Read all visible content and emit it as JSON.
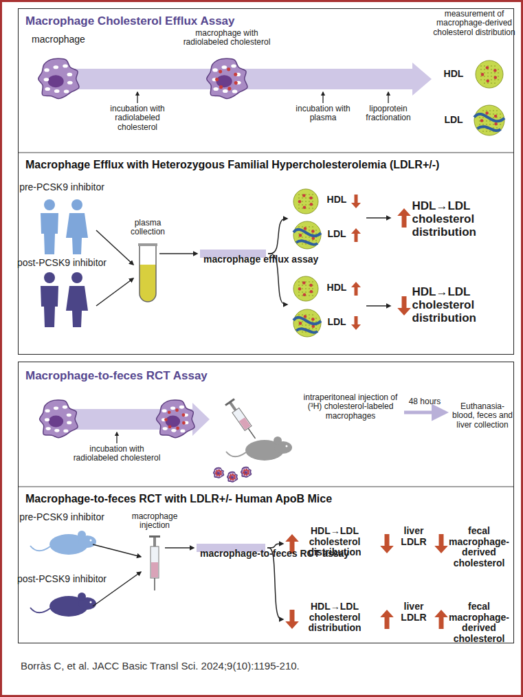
{
  "diagram": {
    "caption": "Borràs C, et al. JACC Basic Transl Sci. 2024;9(10):1195-210.",
    "nodes": [
      {
        "text": [
          "Macrophage Cholesterol Efflux Assay",
          "Macrophage Efflux with Heterozygous Familial Hypercholesterolemia (LDLR+/-)"
        ]
      },
      {
        "text": [
          "macrophage efflux assay"
        ],
        "in": 0
      },
      {
        "text": [
          "Macrophage-to-feces RCT Assay",
          "Macrophage-to-feces RCT with LDLR+/- Human ApoB Mice"
        ]
      },
      {
        "text": [
          "macrophage-to-feces RCT assay"
        ],
        "in": 2
      }
    ],
    "labels": [
      "macrophage",
      "incubation with radiolabeled cholesterol",
      "macrophage with radiolabeled cholesterol",
      "incubation with plasma",
      "lipoprotein fractionation",
      "measurement of macrophage-derived cholesterol distribution",
      "HDL",
      "LDL",
      "pre-PCSK9 inhibitor",
      "post-PCSK9 inhibitor",
      "plasma collection",
      "HDL",
      "LDL",
      "HDL→LDL cholesterol distribution",
      "HDL",
      "LDL",
      "HDL→LDL cholesterol distribution",
      "incubation with radiolabeled cholesterol",
      "intraperitoneal injection of (³H) cholesterol-labeled macrophages",
      "48 hours",
      "Euthanasia- blood, feces and liver collection",
      "pre-PCSK9 inhibitor",
      "post-PCSK9 inhibitor",
      "macrophage injection",
      "HDL→LDL cholesterol distribution",
      "liver LDLR",
      "fecal macrophage-derived cholesterol",
      "HDL→LDL cholesterol distribution",
      "liver LDLR",
      "fecal macrophage-derived cholesterol"
    ]
  }
}
